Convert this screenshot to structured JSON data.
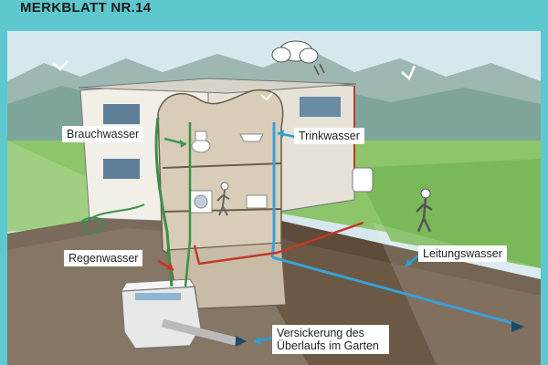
{
  "header": {
    "title": "MERKBLATT NR.14"
  },
  "labels": {
    "brauchwasser": "Brauchwasser",
    "trinkwasser": "Trinkwasser",
    "regenwasser": "Regenwasser",
    "leitungswasser": "Leitungswasser",
    "versickerung_line1": "Versickerung des",
    "versickerung_line2": "Überlaufs im Garten"
  },
  "colors": {
    "header_bg": "#5ec8cf",
    "rainwater_pipe": "#3c8f4a",
    "drinking_water_pipe": "#3aa0d8",
    "hot_water_pipe": "#c0392b",
    "arrow_blue": "#2e9ed6",
    "arrow_green": "#3c9a52",
    "arrow_red": "#d12e2e"
  }
}
